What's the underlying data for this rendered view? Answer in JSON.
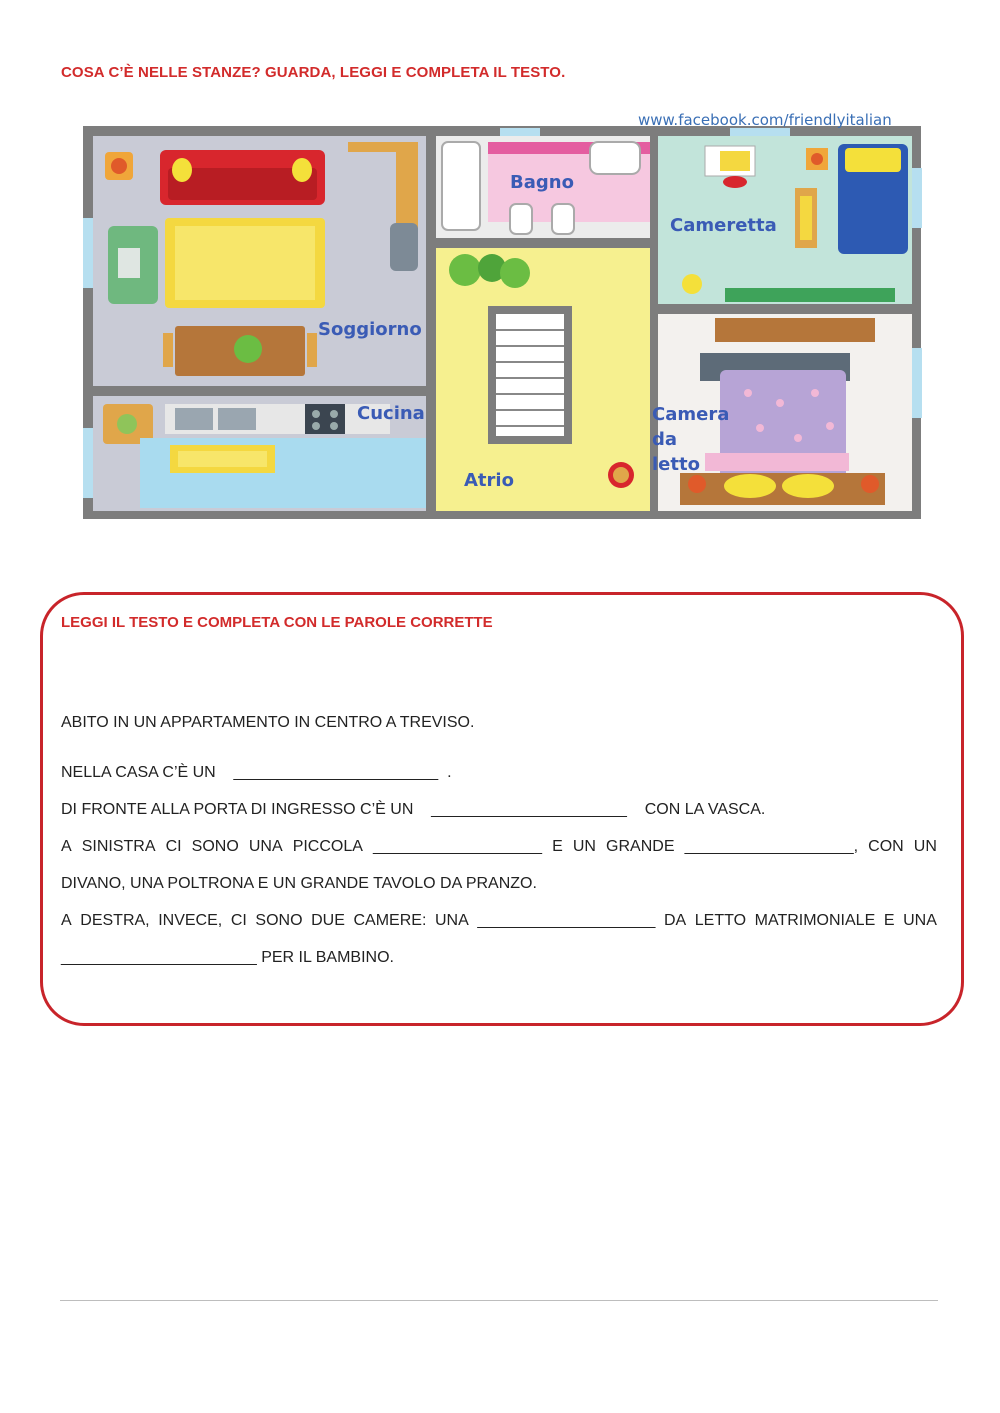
{
  "heading": "COSA C’È NELLE STANZE? GUARDA, LEGGI E COMPLETA IL TESTO.",
  "plan": {
    "watermark": "www.facebook.com/friendlyitalian",
    "rooms": {
      "bagno": "Bagno",
      "cameretta": "Cameretta",
      "soggiorno": "Soggiorno",
      "cucina": "Cucina",
      "atrio": "Atrio",
      "camera_1": "Camera",
      "camera_2": "da",
      "camera_3": "letto"
    }
  },
  "exercise": {
    "title": "LEGGI IL TESTO E COMPLETA CON LE PAROLE CORRETTE",
    "line1": "ABITO IN UN APPARTAMENTO IN CENTRO A TREVISO.",
    "line2": "NELLA CASA C’È UN    _______________________  .",
    "line3": "DI FRONTE ALLA PORTA DI INGRESSO C’È UN    ______________________    CON LA VASCA.",
    "line4_words": [
      "A",
      "SINISTRA",
      "CI",
      "SONO",
      "UNA",
      "PICCOLA",
      "___________________",
      "E",
      "UN",
      "GRANDE",
      "___________________,",
      "CON",
      "UN"
    ],
    "line5": "DIVANO, UNA POLTRONA E UN GRANDE TAVOLO DA PRANZO.",
    "line6_words": [
      "A",
      "DESTRA,",
      "INVECE,",
      "CI",
      "SONO",
      "DUE",
      "CAMERE:",
      "UNA",
      "____________________",
      "DA",
      "LETTO",
      "MATRIMONIALE",
      "E",
      "UNA"
    ],
    "line7": "______________________ PER IL BAMBINO."
  }
}
